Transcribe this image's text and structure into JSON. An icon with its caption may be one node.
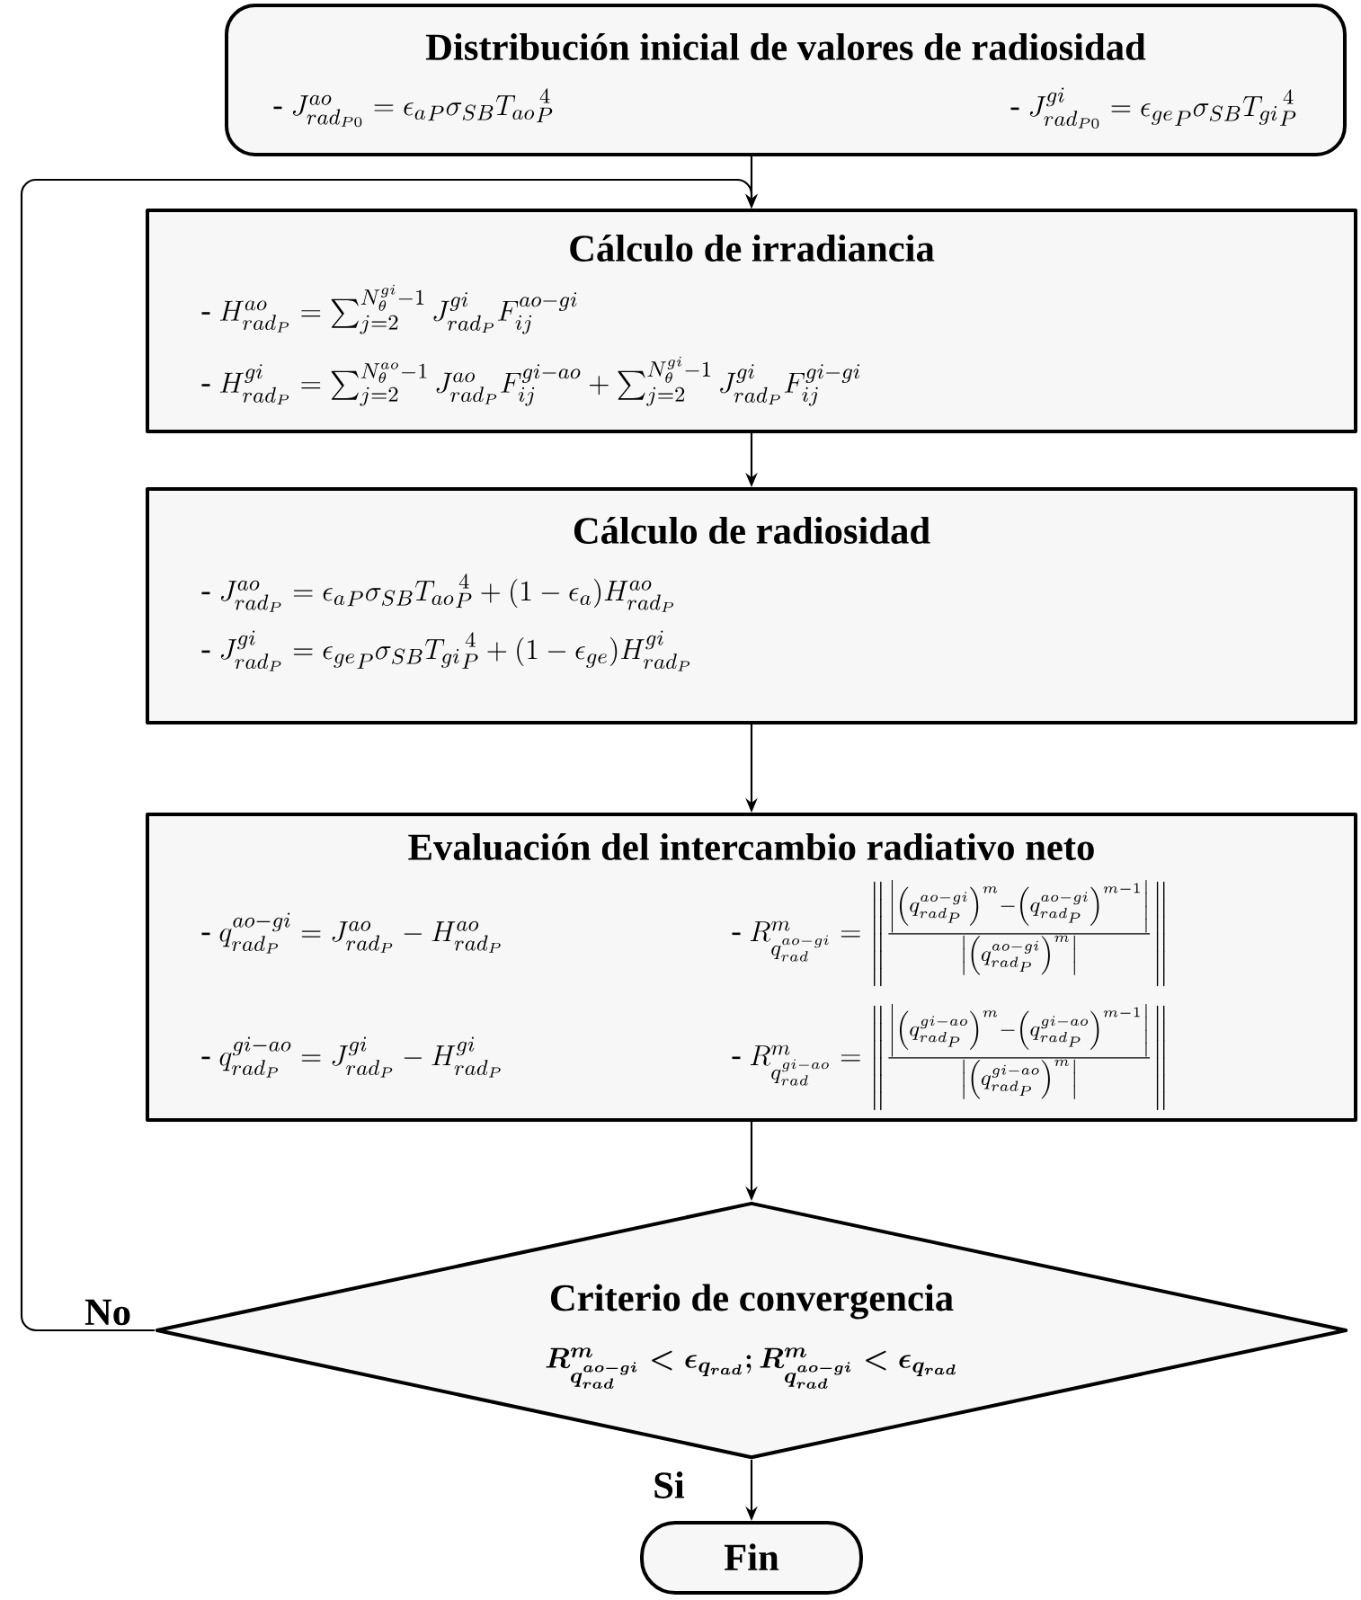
{
  "diagram": {
    "nodes": [
      {
        "text": [
          "Distribución inicial de valores de radiosidad",
          "\\mbox{-}\\ J^{ao}_{rad_{P0}} = {\\epsilon_{a}}_{P}\\sigma_{SB}{T_{ao}}_{P}^{\\,4}",
          "\\mbox{-}\\ J^{gi}_{rad_{P0}} = {\\epsilon_{ge}}_{P}\\sigma_{SB}{T_{gi}}_{P}^{\\,4}"
        ]
      },
      {
        "text": [
          "Cálculo de irradiancia",
          "\\mbox{-}\\ H^{ao}_{rad_P} = \\sum_{j=2}^{N_\\theta^{gi}-1} J^{gi}_{rad_P} F^{ao-gi}_{ij}",
          "\\mbox{-}\\ H^{gi}_{rad_P} = \\sum_{j=2}^{N_\\theta^{ao}-1} J^{ao}_{rad_P} F^{gi-ao}_{ij} + \\sum_{j=2}^{N_\\theta^{gi}-1} J^{gi}_{rad_P} F^{gi-gi}_{ij}"
        ]
      },
      {
        "text": [
          "Cálculo de radiosidad",
          "\\mbox{-}\\ J^{ao}_{rad_P} = {\\epsilon_{a}}_{P}\\sigma_{SB}{T_{ao}}_{P}^{\\,4} + (1-\\epsilon_a)H^{ao}_{rad_P}",
          "\\mbox{-}\\ J^{gi}_{rad_P} = {\\epsilon_{ge}}_{P}\\sigma_{SB}{T_{gi}}_{P}^{\\,4} + (1-\\epsilon_{ge})H^{gi}_{rad_P}"
        ]
      },
      {
        "text": [
          "Evaluación del intercambio radiativo neto",
          "\\mbox{-}\\ q^{ao-gi}_{rad_P} = J^{ao}_{rad_P} - H^{ao}_{rad_P}",
          "\\mbox{-}\\ R^m_{q^{ao-gi}_{rad}} = \\left\\|\\frac{\\left|\\left(q^{ao-gi}_{rad_P}\\right)^m-\\left(q^{ao-gi}_{rad_P}\\right)^{m-1}\\right|}{\\left|\\left(q^{ao-gi}_{rad_P}\\right)^m\\right|}\\right\\|",
          "\\mbox{-}\\ q^{gi-ao}_{rad_P} = J^{gi}_{rad_P} - H^{gi}_{rad_P}",
          "\\mbox{-}\\ R^m_{q^{gi-ao}_{rad}} = \\left\\|\\frac{\\left|\\left(q^{gi-ao}_{rad_P}\\right)^m-\\left(q^{gi-ao}_{rad_P}\\right)^{m-1}\\right|}{\\left|\\left(q^{gi-ao}_{rad_P}\\right)^m\\right|}\\right\\|"
        ]
      },
      {
        "text": [
          "Criterio de convergencia",
          "\\boldsymbol{R^m_{q^{ao-gi}_{rad}} < \\epsilon_{q_{rad}}; R^m_{q^{ao-gi}_{rad}} < \\epsilon_{q_{rad}}}"
        ]
      },
      {
        "text": [
          "Fin"
        ]
      }
    ],
    "edges": [
      {
        "from": 0,
        "to": 1,
        "arrow": "to"
      },
      {
        "from": 1,
        "to": 2,
        "arrow": "to"
      },
      {
        "from": 2,
        "to": 3,
        "arrow": "to"
      },
      {
        "from": 3,
        "to": 4,
        "arrow": "to"
      },
      {
        "from": 4,
        "to": 1,
        "arrow": "to",
        "label": "No"
      },
      {
        "from": 4,
        "to": 5,
        "arrow": "to",
        "label": "Si"
      }
    ]
  }
}
